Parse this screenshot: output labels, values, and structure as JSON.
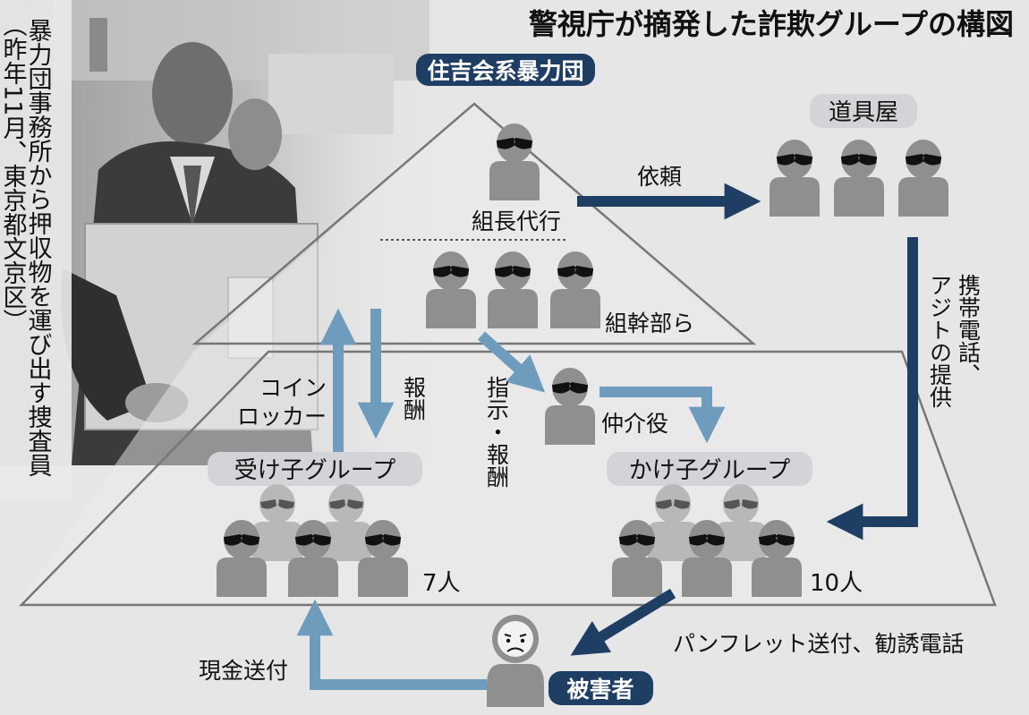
{
  "title": "警視庁が摘発した詐欺グループの構図",
  "photo_caption": [
    "暴力団事務所から押収物を運び出す捜査員",
    "（昨年11月、東京都文京区）"
  ],
  "pyramid_label": "住吉会系暴力団",
  "tiers": {
    "boss": "組長代行",
    "executives": "組幹部ら",
    "broker": "仲介役",
    "receivers": "受け子グループ",
    "callers": "かけ子グループ"
  },
  "counts": {
    "receivers": "7人",
    "callers": "10人"
  },
  "outside": {
    "tool_shop": "道具屋",
    "victim": "被害者"
  },
  "flows": {
    "request": "依頼",
    "phones": [
      "携帯電話、",
      "アジトの提供"
    ],
    "locker": [
      "コイン",
      "ロッカー"
    ],
    "reward": "報酬",
    "instruction": "指示・報酬",
    "contact": "パンフレット送付、勧誘電話",
    "cash": "現金送付"
  },
  "colors": {
    "navy": "#1e3e63",
    "light_blue": "#6f9cbc",
    "label_box": "#d2d4d8",
    "figure": "#8f8f8f"
  }
}
